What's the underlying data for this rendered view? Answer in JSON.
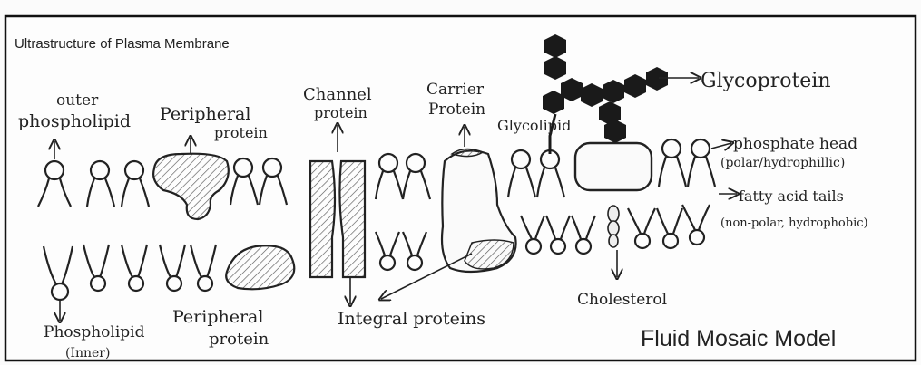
{
  "header": {
    "title": "Ultrastructure of Plasma Membrane"
  },
  "footer": {
    "model_name": "Fluid Mosaic Model"
  },
  "labels": {
    "outer_phospholipid_1": "outer",
    "outer_phospholipid_2": "phospholipid",
    "peripheral_top_1": "Peripheral",
    "peripheral_top_2": "protein",
    "channel_1": "Channel",
    "channel_2": "protein",
    "carrier_1": "Carrier",
    "carrier_2": "Protein",
    "glycolipid": "Glycolipid",
    "glycoprotein": "Glycoprotein",
    "phosphate_head_1": "phosphate head",
    "phosphate_head_2": "(polar/hydrophillic)",
    "fatty_acid_1": "fatty acid tails",
    "fatty_acid_2": "(non-polar, hydrophobic)",
    "cholesterol": "Cholesterol",
    "integral": "Integral proteins",
    "inner_phospholipid_1": "Phospholipid",
    "inner_phospholipid_2": "(Inner)",
    "peripheral_bottom_1": "Peripheral",
    "peripheral_bottom_2": "protein"
  },
  "colors": {
    "ink": "#1e1e1e",
    "sugar": "#1a1a1a",
    "hatch": "#555555",
    "border": "#111111"
  }
}
